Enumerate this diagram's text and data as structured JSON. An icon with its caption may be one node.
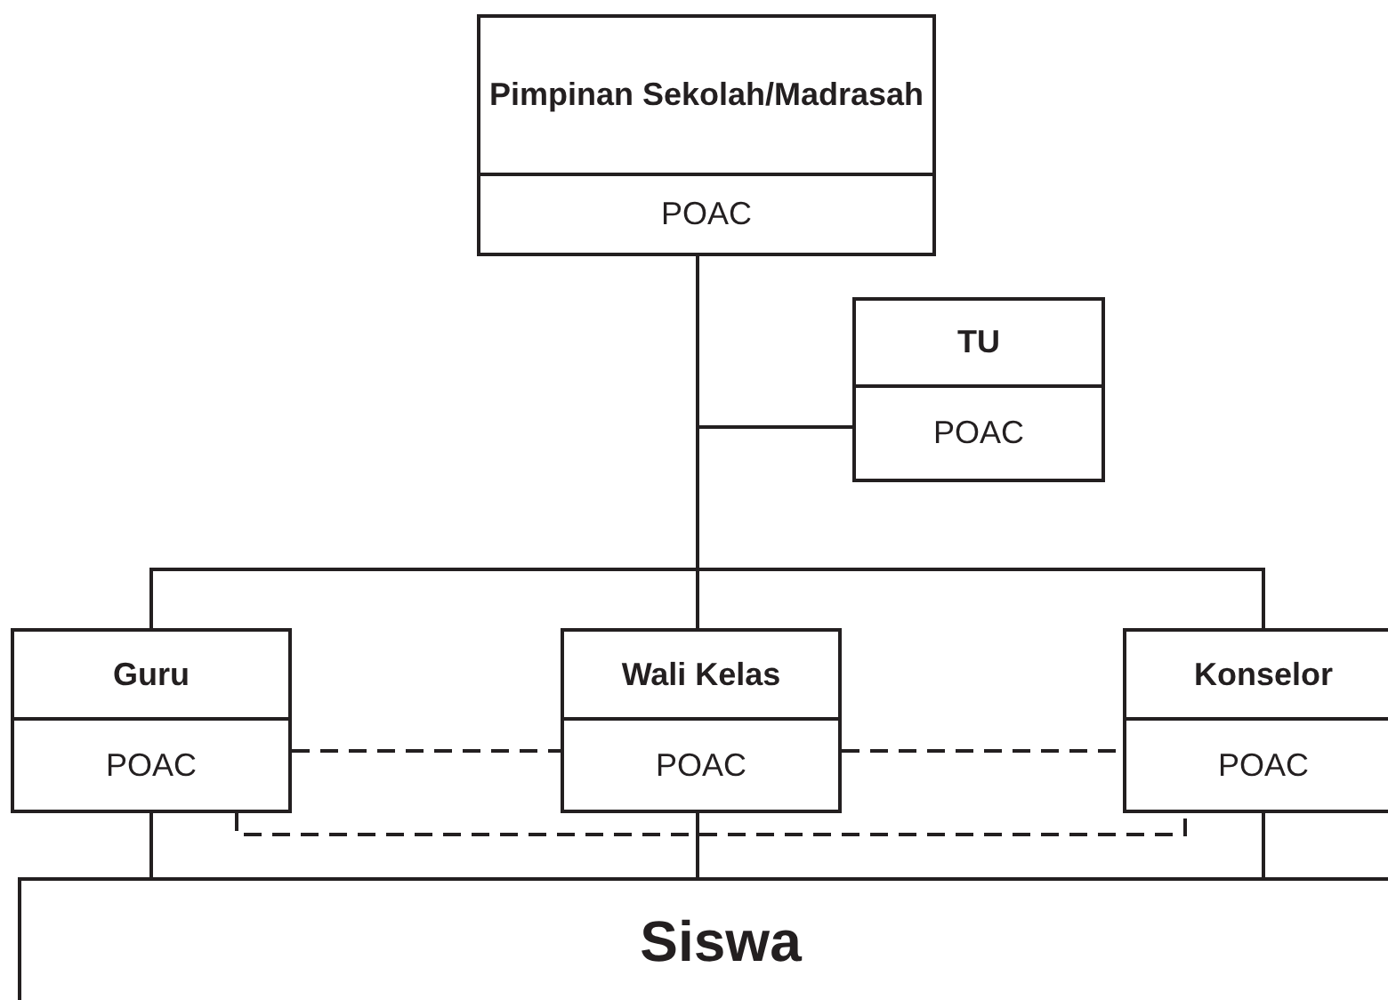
{
  "diagram": {
    "nodes": [
      {
        "text": [
          "Pimpinan Sekolah/Madrasah",
          "POAC"
        ]
      },
      {
        "text": [
          "TU",
          "POAC"
        ]
      },
      {
        "text": [
          "Guru",
          "POAC"
        ]
      },
      {
        "text": [
          "Wali Kelas",
          "POAC"
        ]
      },
      {
        "text": [
          "Konselor",
          "POAC"
        ]
      },
      {
        "text": [
          "Siswa"
        ]
      }
    ],
    "edges": [
      {
        "from": 0,
        "to": 1,
        "arrow": "none"
      },
      {
        "from": 0,
        "to": 2,
        "arrow": "none"
      },
      {
        "from": 0,
        "to": 3,
        "arrow": "none"
      },
      {
        "from": 0,
        "to": 4,
        "arrow": "none"
      },
      {
        "from": 2,
        "to": 3,
        "arrow": "none",
        "style": "dashed"
      },
      {
        "from": 3,
        "to": 4,
        "arrow": "none",
        "style": "dashed"
      },
      {
        "from": 2,
        "to": 4,
        "arrow": "none",
        "style": "dashed"
      },
      {
        "from": 2,
        "to": 5,
        "arrow": "none"
      },
      {
        "from": 3,
        "to": 5,
        "arrow": "none"
      },
      {
        "from": 4,
        "to": 5,
        "arrow": "none"
      }
    ]
  }
}
